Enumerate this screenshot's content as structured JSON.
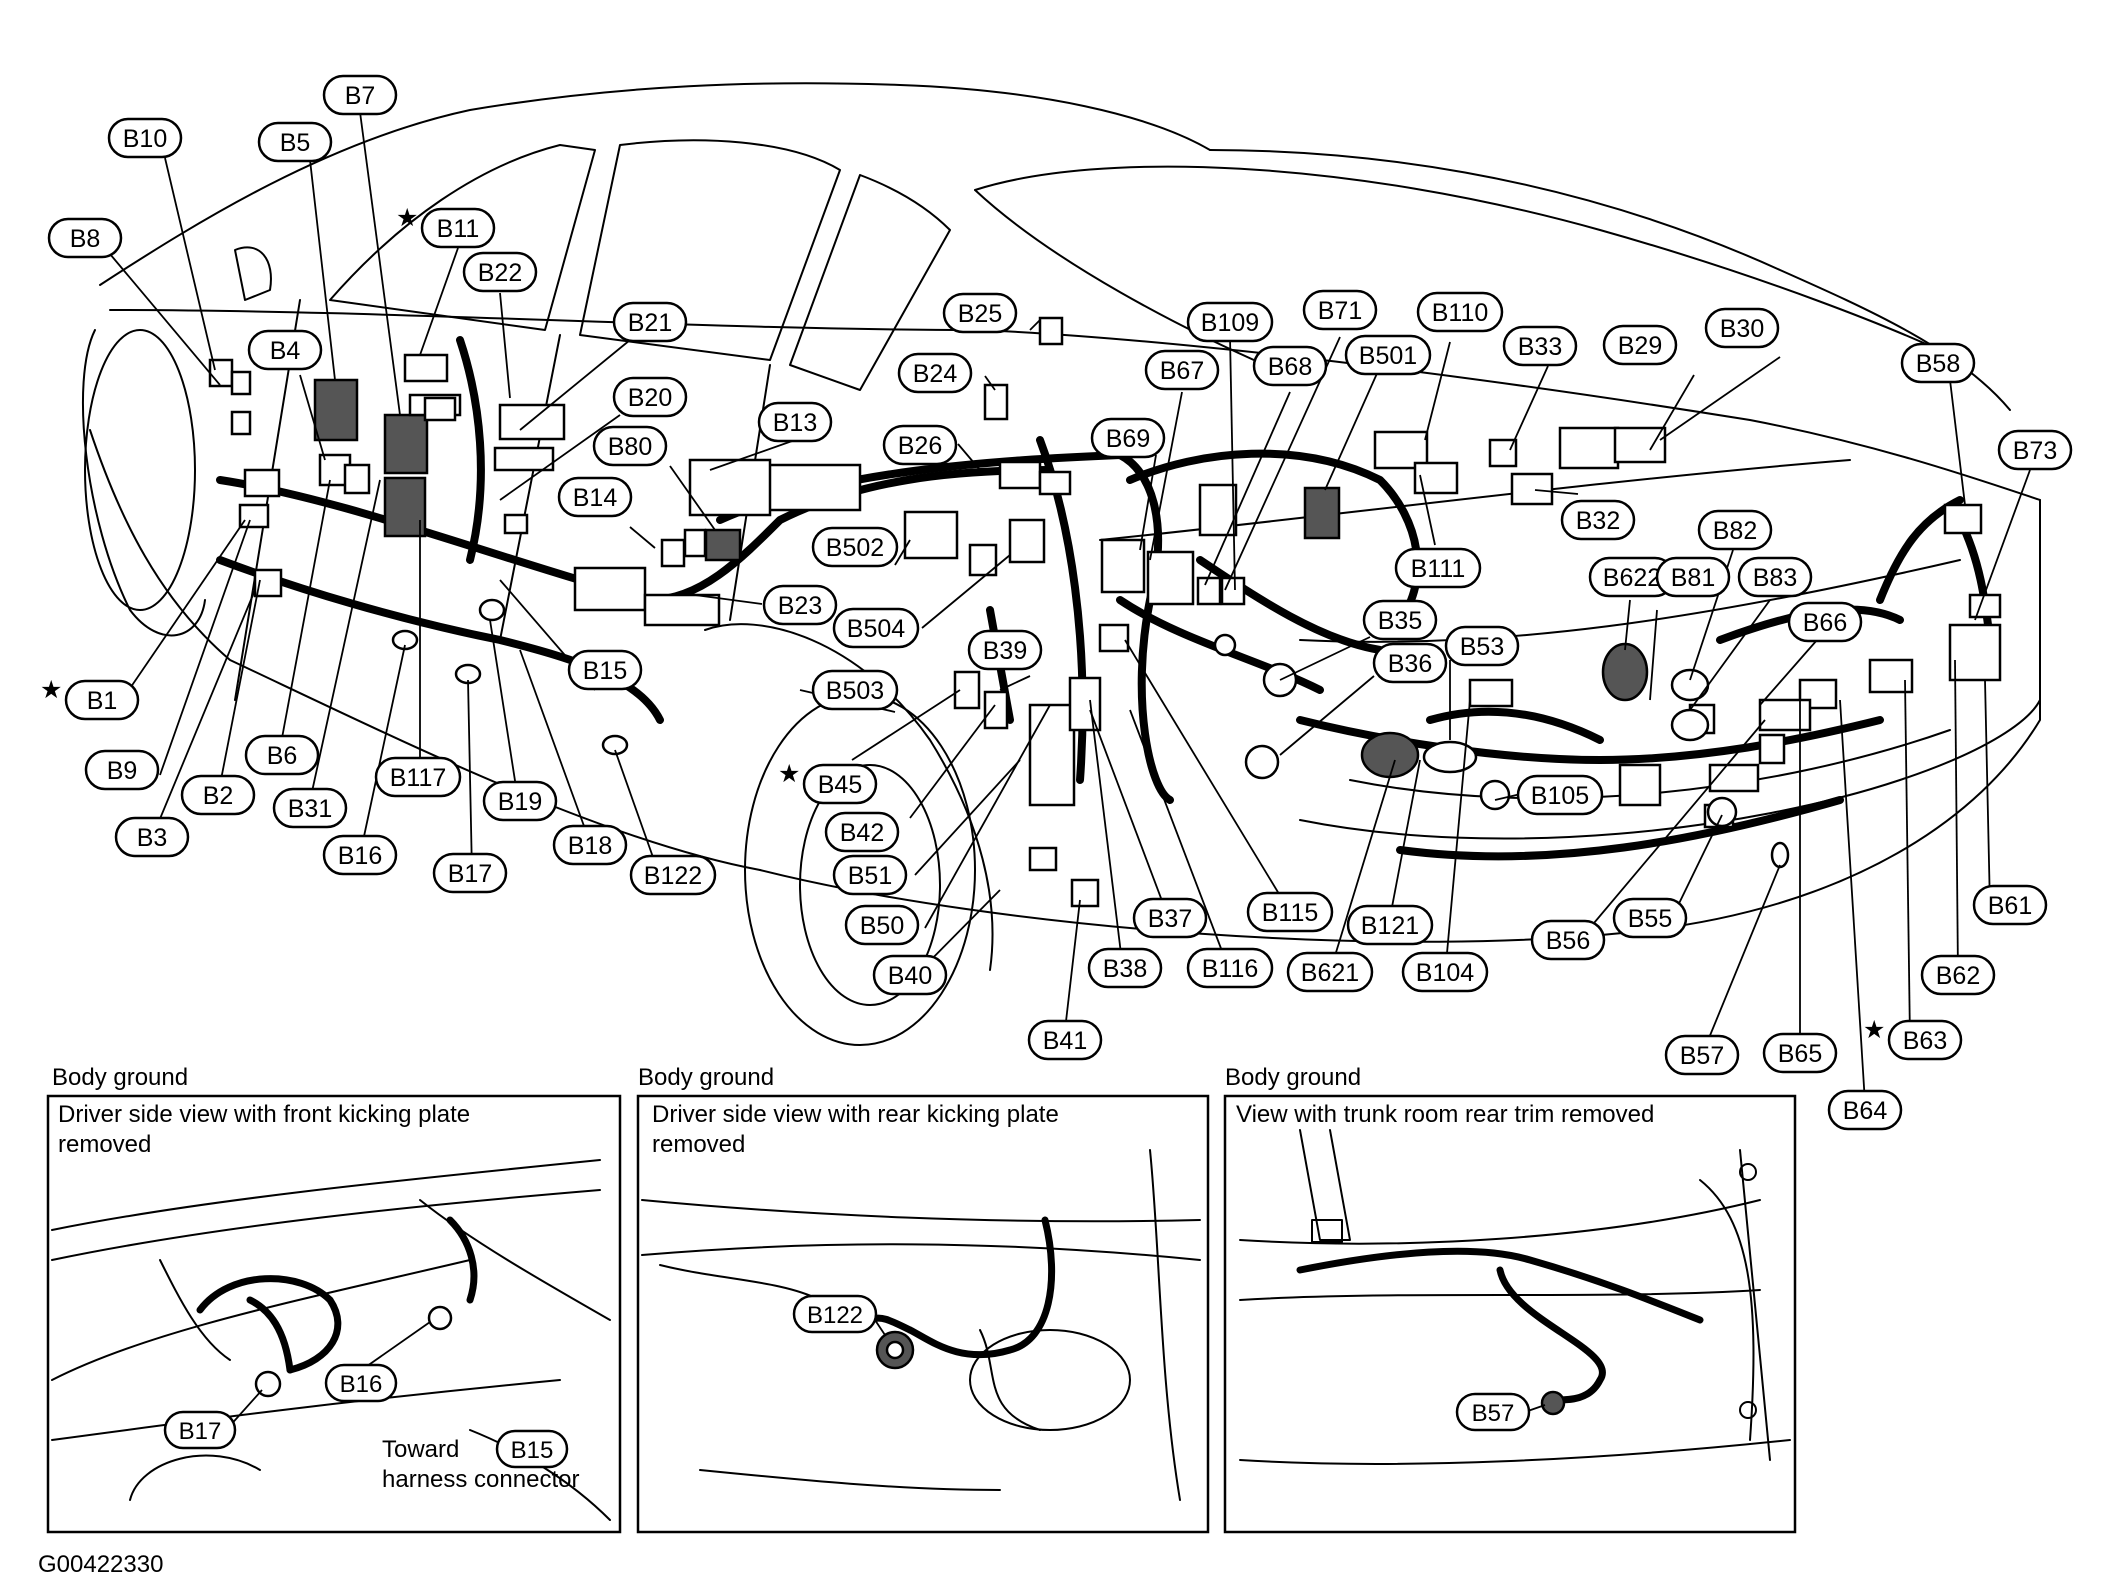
{
  "diagram": {
    "figure_code": "G00422330",
    "labels": [
      {
        "id": "B7",
        "starred": false
      },
      {
        "id": "B10",
        "starred": false
      },
      {
        "id": "B5",
        "starred": false
      },
      {
        "id": "B11",
        "starred": true
      },
      {
        "id": "B8",
        "starred": false
      },
      {
        "id": "B22",
        "starred": false
      },
      {
        "id": "B21",
        "starred": false
      },
      {
        "id": "B4",
        "starred": false
      },
      {
        "id": "B20",
        "starred": false
      },
      {
        "id": "B80",
        "starred": false
      },
      {
        "id": "B13",
        "starred": false
      },
      {
        "id": "B14",
        "starred": false
      },
      {
        "id": "B25",
        "starred": false
      },
      {
        "id": "B24",
        "starred": false
      },
      {
        "id": "B26",
        "starred": false
      },
      {
        "id": "B109",
        "starred": false
      },
      {
        "id": "B71",
        "starred": false
      },
      {
        "id": "B110",
        "starred": false
      },
      {
        "id": "B33",
        "starred": false
      },
      {
        "id": "B29",
        "starred": false
      },
      {
        "id": "B30",
        "starred": false
      },
      {
        "id": "B67",
        "starred": false
      },
      {
        "id": "B68",
        "starred": false
      },
      {
        "id": "B501",
        "starred": false
      },
      {
        "id": "B58",
        "starred": false
      },
      {
        "id": "B69",
        "starred": false
      },
      {
        "id": "B73",
        "starred": false
      },
      {
        "id": "B502",
        "starred": false
      },
      {
        "id": "B32",
        "starred": false
      },
      {
        "id": "B82",
        "starred": false
      },
      {
        "id": "B111",
        "starred": false
      },
      {
        "id": "B622",
        "starred": false
      },
      {
        "id": "B81",
        "starred": false
      },
      {
        "id": "B83",
        "starred": false
      },
      {
        "id": "B23",
        "starred": false
      },
      {
        "id": "B504",
        "starred": false
      },
      {
        "id": "B35",
        "starred": false
      },
      {
        "id": "B66",
        "starred": false
      },
      {
        "id": "B39",
        "starred": false
      },
      {
        "id": "B53",
        "starred": false
      },
      {
        "id": "B15",
        "starred": false
      },
      {
        "id": "B36",
        "starred": false
      },
      {
        "id": "B503",
        "starred": false
      },
      {
        "id": "B1",
        "starred": true
      },
      {
        "id": "B9",
        "starred": false
      },
      {
        "id": "B6",
        "starred": false
      },
      {
        "id": "B45",
        "starred": true
      },
      {
        "id": "B117",
        "starred": false
      },
      {
        "id": "B105",
        "starred": false
      },
      {
        "id": "B2",
        "starred": false
      },
      {
        "id": "B19",
        "starred": false
      },
      {
        "id": "B31",
        "starred": false
      },
      {
        "id": "B42",
        "starred": false
      },
      {
        "id": "B3",
        "starred": false
      },
      {
        "id": "B18",
        "starred": false
      },
      {
        "id": "B16",
        "starred": false
      },
      {
        "id": "B51",
        "starred": false
      },
      {
        "id": "B17",
        "starred": false
      },
      {
        "id": "B122",
        "starred": false
      },
      {
        "id": "B61",
        "starred": false
      },
      {
        "id": "B37",
        "starred": false
      },
      {
        "id": "B115",
        "starred": false
      },
      {
        "id": "B121",
        "starred": false
      },
      {
        "id": "B50",
        "starred": false
      },
      {
        "id": "B55",
        "starred": false
      },
      {
        "id": "B56",
        "starred": false
      },
      {
        "id": "B116",
        "starred": false
      },
      {
        "id": "B621",
        "starred": false
      },
      {
        "id": "B104",
        "starred": false
      },
      {
        "id": "B38",
        "starred": false
      },
      {
        "id": "B62",
        "starred": false
      },
      {
        "id": "B40",
        "starred": false
      },
      {
        "id": "B41",
        "starred": false
      },
      {
        "id": "B63",
        "starred": true
      },
      {
        "id": "B57",
        "starred": false
      },
      {
        "id": "B65",
        "starred": false
      },
      {
        "id": "B64",
        "starred": false
      }
    ]
  },
  "insets": [
    {
      "heading": "Body ground",
      "caption_lines": [
        "Driver side view with front kicking plate",
        "removed"
      ],
      "labels": [
        "B16",
        "B17",
        "B15"
      ],
      "note_lines": [
        "Toward",
        "harness connector"
      ]
    },
    {
      "heading": "Body ground",
      "caption_lines": [
        "Driver side view with rear kicking plate",
        "removed"
      ],
      "labels": [
        "B122"
      ],
      "note_lines": []
    },
    {
      "heading": "Body ground",
      "caption_lines": [
        "View with trunk room rear trim removed"
      ],
      "labels": [
        "B57"
      ],
      "note_lines": []
    }
  ],
  "star_symbol": "★"
}
